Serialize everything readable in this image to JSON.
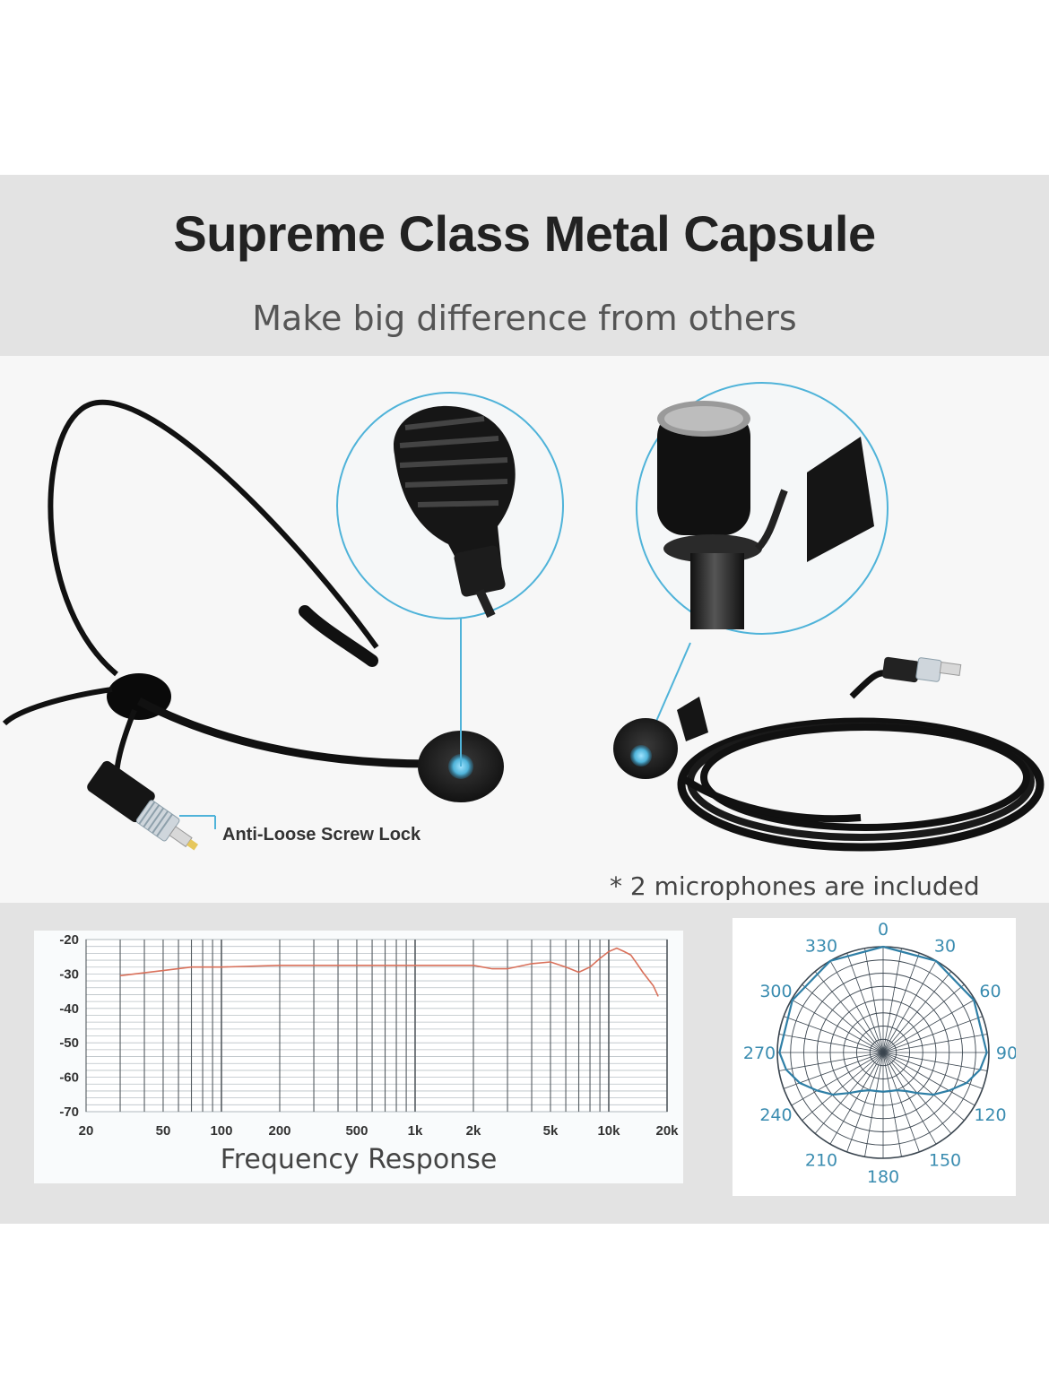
{
  "header": {
    "title": "Supreme Class Metal Capsule",
    "subtitle": "Make big difference from others"
  },
  "photos": {
    "lock_label": "Anti-Loose Screw Lock",
    "included_note": "* 2 microphones are included",
    "accent_color": "#4fb3d9"
  },
  "frequency_chart": {
    "label": "Frequency Response",
    "chart_data": {
      "type": "line",
      "title": "",
      "xlabel": "Frequency Response",
      "ylabel": "",
      "x_scale": "log",
      "xlim": [
        20,
        20000
      ],
      "ylim": [
        -70,
        -20
      ],
      "x_ticks": [
        {
          "value": 20,
          "label": "20"
        },
        {
          "value": 50,
          "label": "50"
        },
        {
          "value": 100,
          "label": "100"
        },
        {
          "value": 200,
          "label": "200"
        },
        {
          "value": 500,
          "label": "500"
        },
        {
          "value": 1000,
          "label": "1k"
        },
        {
          "value": 2000,
          "label": "2k"
        },
        {
          "value": 5000,
          "label": "5k"
        },
        {
          "value": 10000,
          "label": "10k"
        },
        {
          "value": 20000,
          "label": "20k"
        }
      ],
      "y_ticks": [
        {
          "value": -20,
          "label": "-20"
        },
        {
          "value": -30,
          "label": "-30"
        },
        {
          "value": -40,
          "label": "-40"
        },
        {
          "value": -50,
          "label": "-50"
        },
        {
          "value": -60,
          "label": "-60"
        },
        {
          "value": -70,
          "label": "-70"
        }
      ],
      "grid": true,
      "series": [
        {
          "color": "#d9705a",
          "x": [
            30,
            50,
            70,
            100,
            200,
            500,
            1000,
            1500,
            2000,
            2500,
            3000,
            4000,
            5000,
            6000,
            7000,
            8000,
            9000,
            10000,
            11000,
            12000,
            13000,
            14000,
            15000,
            17000,
            18000
          ],
          "y": [
            -30.5,
            -29,
            -28,
            -28,
            -27.5,
            -27.5,
            -27.5,
            -27.5,
            -27.5,
            -28.5,
            -28.5,
            -27,
            -26.5,
            -28,
            -29.5,
            -28,
            -25.5,
            -23.5,
            -22.5,
            -23.5,
            -24.5,
            -27,
            -29.5,
            -33.5,
            -36.5
          ]
        }
      ]
    }
  },
  "polar_chart": {
    "chart_data": {
      "type": "polar",
      "title": "",
      "angle_labels": [
        "0",
        "30",
        "60",
        "90",
        "120",
        "150",
        "180",
        "210",
        "240",
        "270",
        "300",
        "330"
      ],
      "rings": 8,
      "spokes": 36,
      "series": [
        {
          "color": "#2f7fa6",
          "angles": [
            0,
            30,
            60,
            90,
            100,
            110,
            120,
            130,
            140,
            150,
            160,
            170,
            180,
            190,
            200,
            210,
            220,
            230,
            240,
            250,
            260,
            270,
            300,
            330,
            360
          ],
          "radius": [
            1.0,
            1.0,
            0.99,
            0.98,
            0.93,
            0.84,
            0.72,
            0.62,
            0.5,
            0.42,
            0.38,
            0.37,
            0.37,
            0.37,
            0.38,
            0.42,
            0.5,
            0.62,
            0.72,
            0.84,
            0.93,
            0.98,
            0.99,
            1.0,
            1.0
          ]
        }
      ]
    }
  }
}
